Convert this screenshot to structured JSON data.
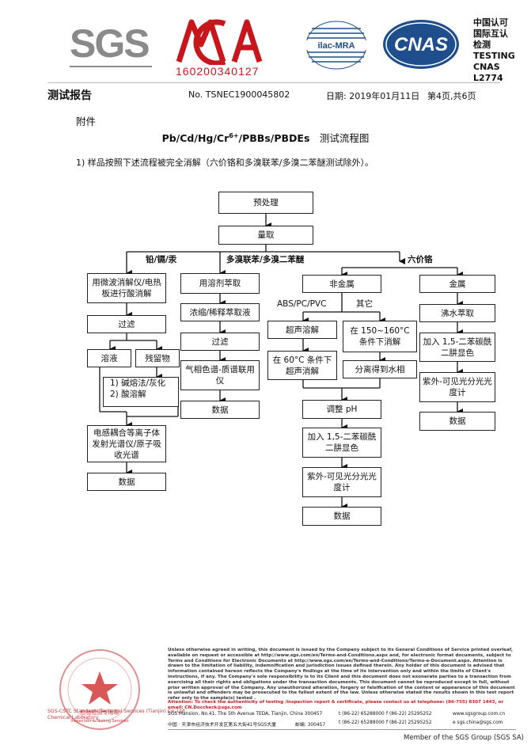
{
  "header": {
    "sgs_logo": "SGS",
    "cma_number": "160200340127",
    "ilac_text": "ilac-MRA",
    "cnas_logo": "CNAS",
    "cnas_lines": [
      "中国认可",
      "国际互认",
      "检测",
      "TESTING",
      "CNAS L2774"
    ]
  },
  "report": {
    "title": "测试报告",
    "number": "No. TSNEC1900045802",
    "date": "日期: 2019年01月11日",
    "page": "第4页,共6页",
    "attachment": "附件",
    "flow_title": "Pb/Cd/Hg/Cr6+/PBBs/PBDEs　测试流程图",
    "note": "1)  样品按照下述流程被完全消解（六价铬和多溴联苯/多溴二苯醚测试除外）。"
  },
  "flow": {
    "pretreat": "预处理",
    "weigh": "量取",
    "branch_metal": "铅/镉/汞",
    "branch_pbb": "多溴联苯/多溴二苯醚",
    "branch_cr": "六价铬",
    "m1": "用微波消解仪/电热板进行酸消解",
    "m2": "过滤",
    "m3a": "溶液",
    "m3b": "残留物",
    "m4_1": "1)  碱熔法/灰化",
    "m4_2": "2)  酸溶解",
    "m5": "电感耦合等离子体发射光谱仪/原子吸收光谱",
    "m6": "数据",
    "p1": "用溶剂萃取",
    "p2": "浓缩/稀释萃取液",
    "p3": "过滤",
    "p4": "气相色谱-质谱联用仪",
    "p5": "数据",
    "n1": "非金属",
    "n_abs": "ABS/PC/PVC",
    "n_other": "其它",
    "n2a": "超声溶解",
    "n2b": "在 150~160°C 条件下消解",
    "n3a": "在 60°C 条件下超声消解",
    "n3b": "分离得到水相",
    "n4": "调整 pH",
    "n5": "加入 1,5-二苯碳酰二肼显色",
    "n6": "紫外-可见光分光光度计",
    "n7": "数据",
    "k1": "金属",
    "k2": "沸水萃取",
    "k3": "加入 1,5-二苯碳酰二肼显色",
    "k4": "紫外-可见光分光光度计",
    "k5": "数据"
  },
  "footer": {
    "legal": "Unless otherwise agreed in writing, this document is issued by the Company subject to its General Conditions of Service printed overleaf, available on request or accessible at http://www.sgs.com/en/Terms-and-Conditions.aspx and, for electronic format documents, subject to Terms and Conditions for Electronic Documents at http://www.sgs.com/en/Terms-and-Conditions/Terms-e-Document.aspx. Attention is drawn to the limitation of liability, indemnification and jurisdiction issues defined therein. Any holder of this document is advised that information contained hereon reflects the Company's findings at the time of its intervention only and within the limits of Client's instructions, if any. The Company's sole responsibility is to its Client and this document does not exonerate parties to a transaction from exercising all their rights and obligations under the transaction documents. This document cannot be reproduced except in full, without prior written approval of the Company. Any unauthorized alteration, forgery or falsification of the content or appearance of this document is unlawful and offenders may be prosecuted to the fullest extent of the law. Unless otherwise stated the results shown in this test report refer only to the sample(s) tested .",
    "attention": "Attention: To check the authenticity of testing /inspection report & certificate, please contact us at telephone: (86-755) 8307 1443, or email: CN.Doccheck@sgs.com",
    "addr_en": "SGS Mansion, No.41, The 5th Avenue TEDA, Tianjin, China  300457",
    "addr_cn": "中国 · 天津市经济技术开发区第五大街41号SGS大厦",
    "postcode": "邮编: 300457",
    "tel": "t (86-22) 65288000",
    "fax": "f (86-22) 25295252",
    "web": "www.sgsgroup.com.cn",
    "email": "e sgs.china@sgs.com",
    "member": "Member of the SGS Group (SGS SA)",
    "stamp_top": "检验检测专用章",
    "stamp_en": "Inspection & Testing Services",
    "lab_line1": "SGS-CSTC Standards Technical Services (Tianjin) Co.,Ltd.",
    "lab_line2": "Chemical Laboratory"
  }
}
